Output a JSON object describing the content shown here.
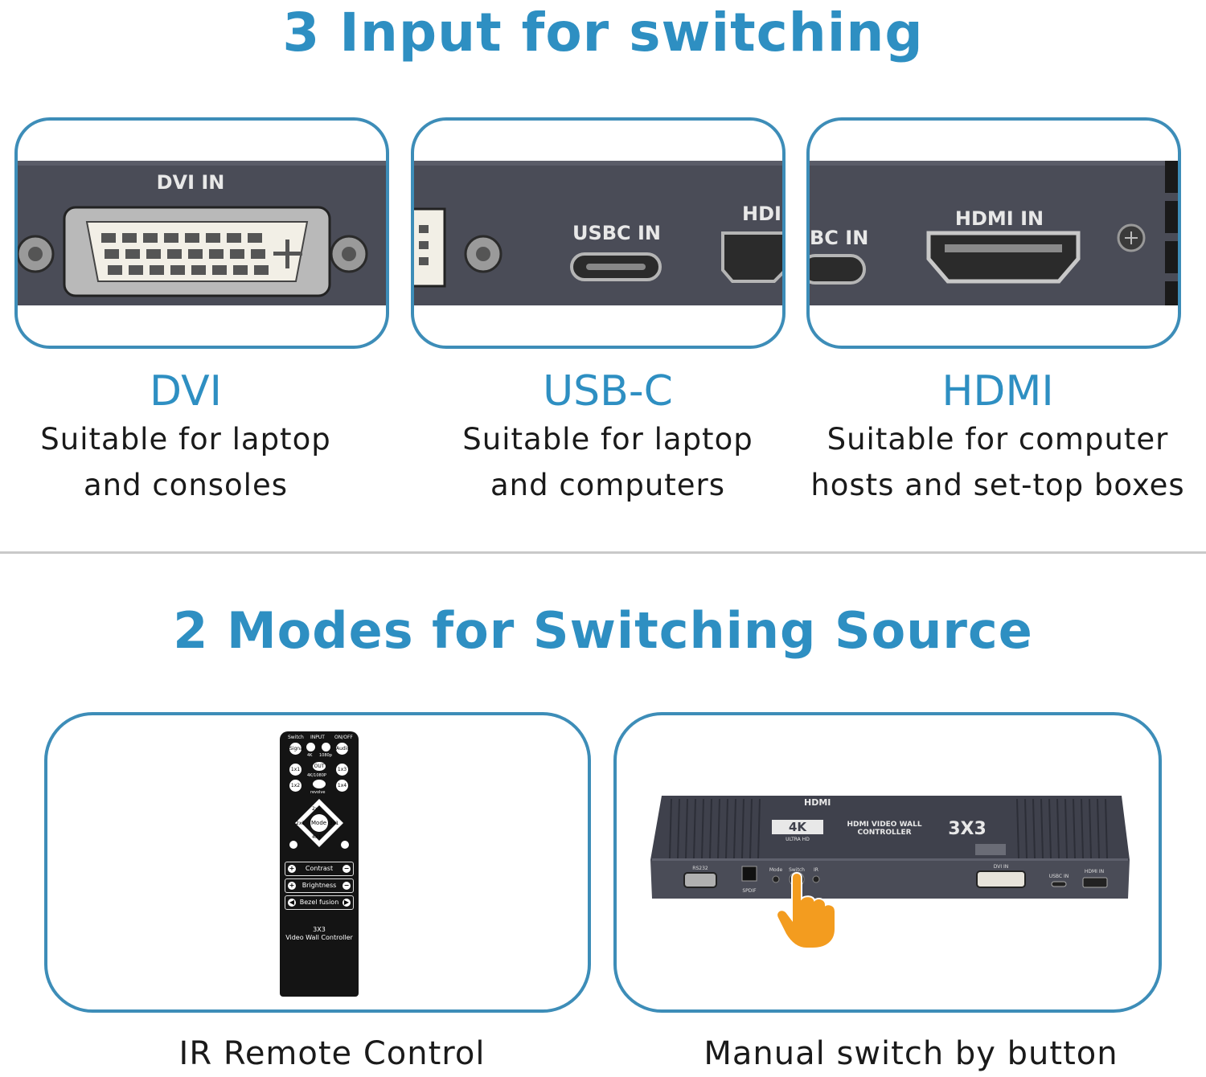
{
  "section1": {
    "title": "3 Input for switching",
    "inputs": [
      {
        "name": "DVI",
        "port_label": "DVI IN",
        "desc_line1": "Suitable for laptop",
        "desc_line2": "and consoles"
      },
      {
        "name": "USB-C",
        "port_label": "USBC IN",
        "side_label": "HDI",
        "desc_line1": "Suitable for laptop",
        "desc_line2": "and computers"
      },
      {
        "name": "HDMI",
        "port_label": "HDMI IN",
        "side_label": "BC IN",
        "desc_line1": "Suitable for computer",
        "desc_line2": "hosts and set-top boxes"
      }
    ]
  },
  "section2": {
    "title": "2 Modes for Switching Source",
    "modes": [
      {
        "label": "IR Remote Control"
      },
      {
        "label": "Manual switch by button"
      }
    ]
  },
  "remote": {
    "switch": "Switch",
    "input": "INPUT",
    "onoff": "ON/OFF",
    "signal": "Signal",
    "audio": "Audio",
    "r4k": "4K",
    "r1080": "1080p",
    "b1x1": "1x1",
    "b1x3": "1x3",
    "b1x2": "1x2",
    "b1x4": "1x4",
    "out": "OUT",
    "out_mode": "4K/1080P",
    "revolve": "revolve",
    "b2x2": "2x2",
    "b2x1": "2x1",
    "b3x1": "3x1",
    "b4x1": "4x1",
    "mode": "Mode",
    "contrast": "Contrast",
    "brightness": "Brightness",
    "bezel": "Bezel fusion",
    "model1": "3X3",
    "model2": "Video Wall Controller"
  },
  "device": {
    "brand": "HDMI",
    "badge": "4K",
    "badge_sub": "ULTRA HD",
    "line1": "HDMI VIDEO WALL",
    "line2": "CONTROLLER",
    "size": "3X3",
    "rs232": "RS232",
    "spdif": "SPDIF",
    "mode": "Mode",
    "switch": "Switch",
    "ir": "IR",
    "dvi_in": "DVI IN",
    "usbc_in": "USBC IN",
    "hdmi_in": "HDMI IN"
  },
  "colors": {
    "accent": "#2e8fc2",
    "border": "#3d8db8",
    "panel": "#4a4c57",
    "hand": "#f39c1f"
  }
}
